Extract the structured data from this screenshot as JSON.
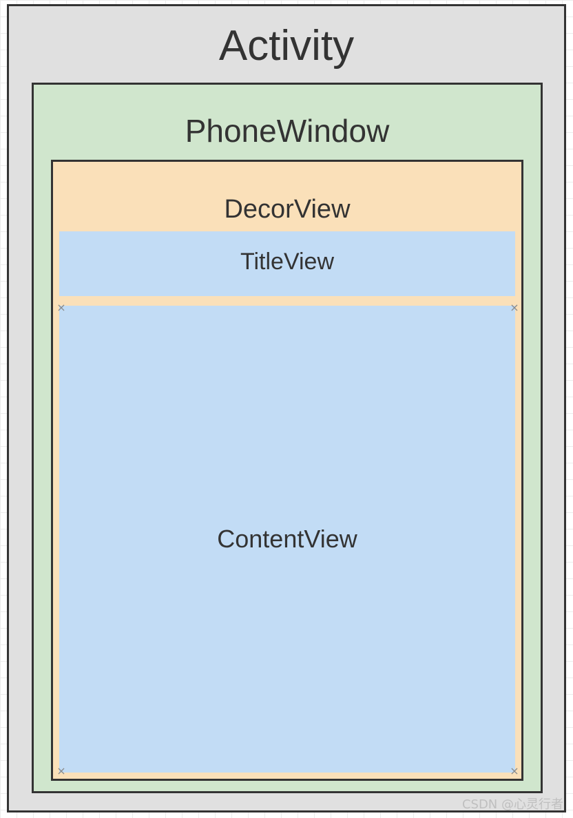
{
  "colors": {
    "activity_fill": "#e0e0e0",
    "phonewindow_fill": "#d0e6cd",
    "decorview_fill": "#fae0b9",
    "view_fill": "#c2dcf5",
    "border": "#333333",
    "text": "#333333"
  },
  "activity": {
    "label": "Activity"
  },
  "phone_window": {
    "label": "PhoneWindow"
  },
  "decor_view": {
    "label": "DecorView"
  },
  "title_view": {
    "label": "TitleView"
  },
  "content_view": {
    "label": "ContentView"
  },
  "handle_glyph": "×",
  "watermark": "CSDN @心灵行者"
}
